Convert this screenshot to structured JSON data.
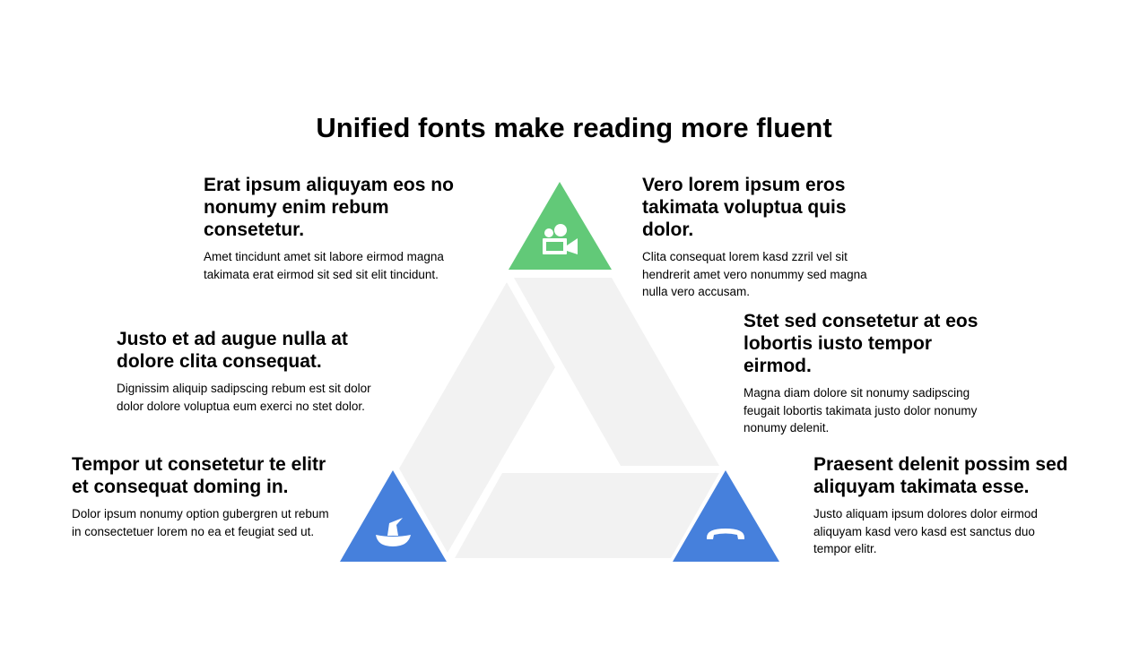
{
  "title": "Unified fonts make reading more fluent",
  "colors": {
    "green": "#62c978",
    "blue": "#4680dc",
    "gray": "#f2f2f2"
  },
  "blocks": [
    {
      "heading": "Erat ipsum aliquyam eos no nonumy enim rebum consetetur.",
      "body": "Amet tincidunt amet sit labore eirmod magna takimata erat eirmod sit sed sit elit tincidunt."
    },
    {
      "heading": "Vero lorem ipsum eros takimata voluptua quis dolor.",
      "body": "Clita consequat lorem kasd zzril vel sit hendrerit amet vero nonummy sed magna nulla vero accusam."
    },
    {
      "heading": "Justo et ad augue nulla at dolore clita consequat.",
      "body": "Dignissim aliquip sadipscing rebum est sit dolor dolor dolore voluptua eum exerci no stet dolor."
    },
    {
      "heading": "Stet sed consetetur at eos lobortis iusto tempor eirmod.",
      "body": "Magna diam dolore sit nonumy sadipscing feugait lobortis takimata justo dolor nonumy nonumy delenit."
    },
    {
      "heading": "Tempor ut consetetur te elitr et consequat doming in.",
      "body": "Dolor ipsum nonumy option gubergren ut rebum in consectetuer lorem no ea et feugiat sed ut."
    },
    {
      "heading": "Praesent delenit possim sed aliquyam takimata esse.",
      "body": "Justo aliquam ipsum dolores dolor eirmod aliquyam kasd vero kasd est sanctus duo tempor elitr."
    }
  ],
  "icons": [
    "video-camera-icon",
    "witch-hat-icon",
    "phone-icon"
  ]
}
